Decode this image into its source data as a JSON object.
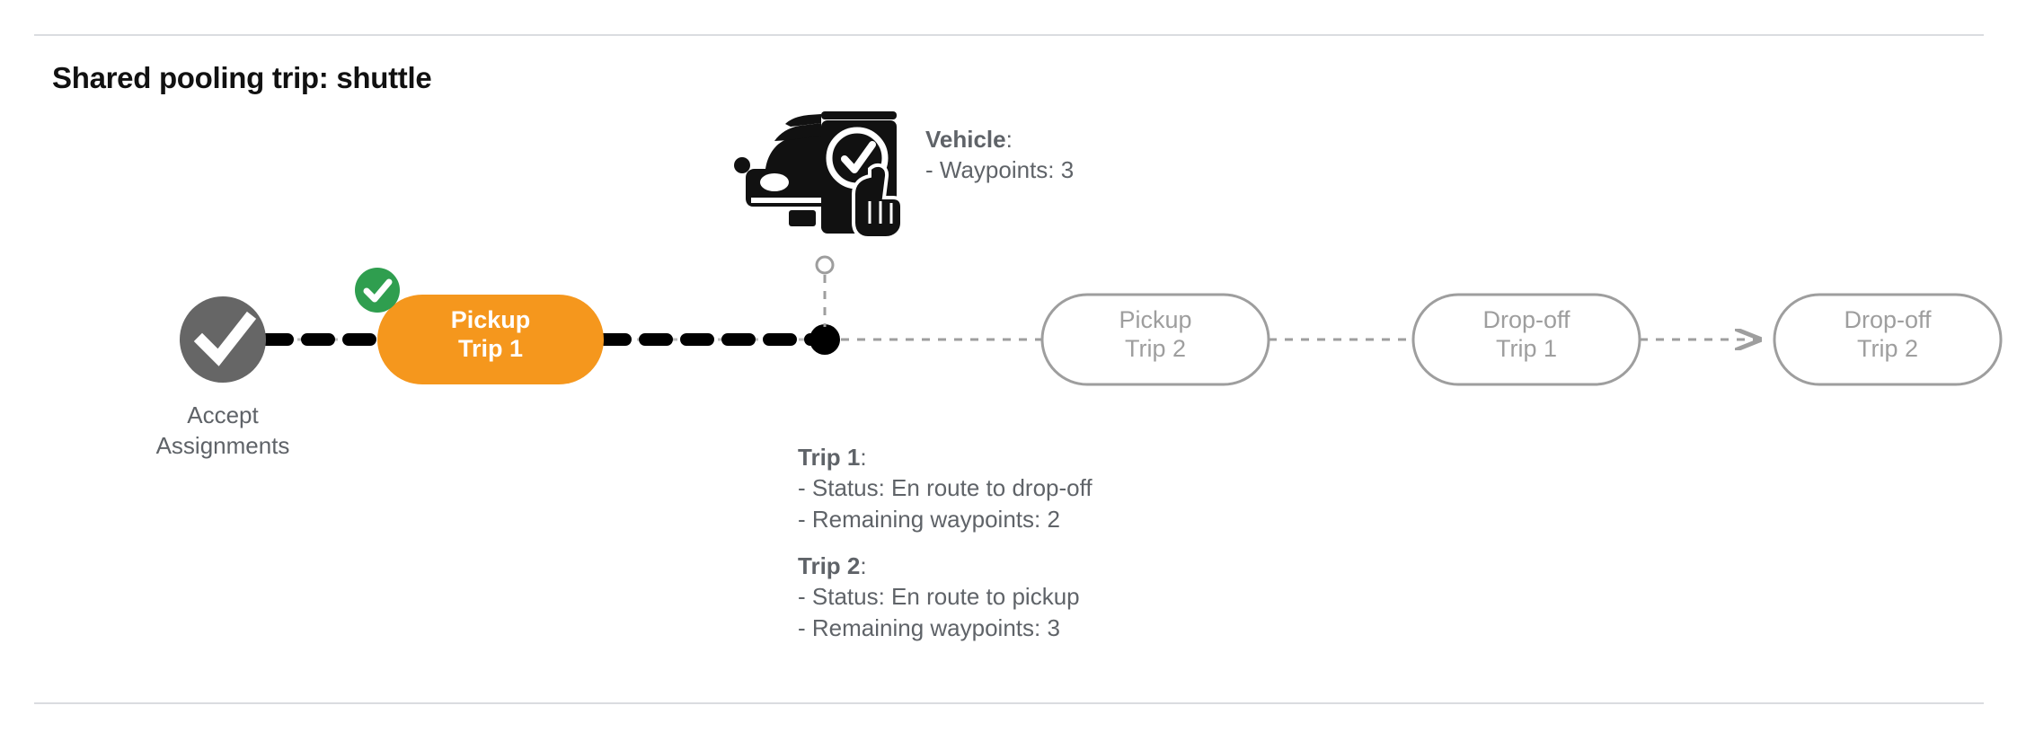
{
  "page": {
    "title": "Shared pooling trip: shuttle",
    "background": "#ffffff",
    "divider_color": "#dadce0"
  },
  "colors": {
    "active_pill": "#f5971d",
    "active_pill_text": "#ffffff",
    "inactive_pill_stroke": "#9e9e9e",
    "inactive_pill_text": "#9e9e9e",
    "completed_node": "#666666",
    "badge_green": "#2f9e4f",
    "traveled_path": "#000000",
    "future_path": "#9e9e9e",
    "annotation_text": "#5f6368",
    "title_text": "#111111"
  },
  "flow": {
    "start_node": {
      "icon": "check-circle-icon",
      "label": "Accept\nAssignments",
      "state": "completed"
    },
    "steps": [
      {
        "id": "pickup-trip-1",
        "line1": "Pickup",
        "line2": "Trip 1",
        "state": "active",
        "badge": "check-badge-icon"
      },
      {
        "id": "pickup-trip-2",
        "line1": "Pickup",
        "line2": "Trip 2",
        "state": "upcoming",
        "badge": null
      },
      {
        "id": "drop-off-trip-1",
        "line1": "Drop-off",
        "line2": "Trip 1",
        "state": "upcoming",
        "badge": null
      },
      {
        "id": "drop-off-trip-2",
        "line1": "Drop-off",
        "line2": "Trip 2",
        "state": "upcoming",
        "badge": null
      }
    ],
    "vehicle_marker": {
      "icon": "car-phone-check-icon",
      "position_dot": "current-position-dot"
    }
  },
  "annotations": {
    "vehicle": {
      "heading": "Vehicle",
      "heading_suffix": ":",
      "lines": [
        "- Waypoints: 3"
      ]
    },
    "trips": [
      {
        "heading": "Trip 1",
        "heading_suffix": ":",
        "lines": [
          "- Status:  En route to drop-off",
          "- Remaining waypoints: 2"
        ]
      },
      {
        "heading": "Trip 2",
        "heading_suffix": ":",
        "lines": [
          "- Status:  En route to pickup",
          "- Remaining waypoints: 3"
        ]
      }
    ]
  }
}
